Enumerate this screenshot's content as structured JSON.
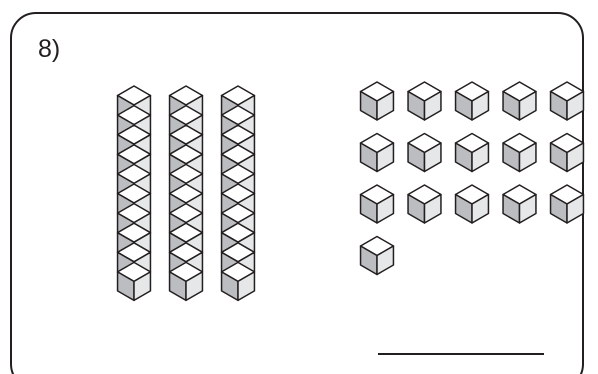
{
  "problem": {
    "number_label": "8)"
  },
  "blocks": {
    "tens_rods": 3,
    "cubes_per_rod": 10,
    "ones_cubes": 16,
    "ones_per_row": 5
  },
  "colors": {
    "stroke": "#231f20",
    "top_face": "#ffffff",
    "left_face": "#bcbdc0",
    "right_face": "#e6e7e8"
  },
  "answer": {
    "value": ""
  }
}
